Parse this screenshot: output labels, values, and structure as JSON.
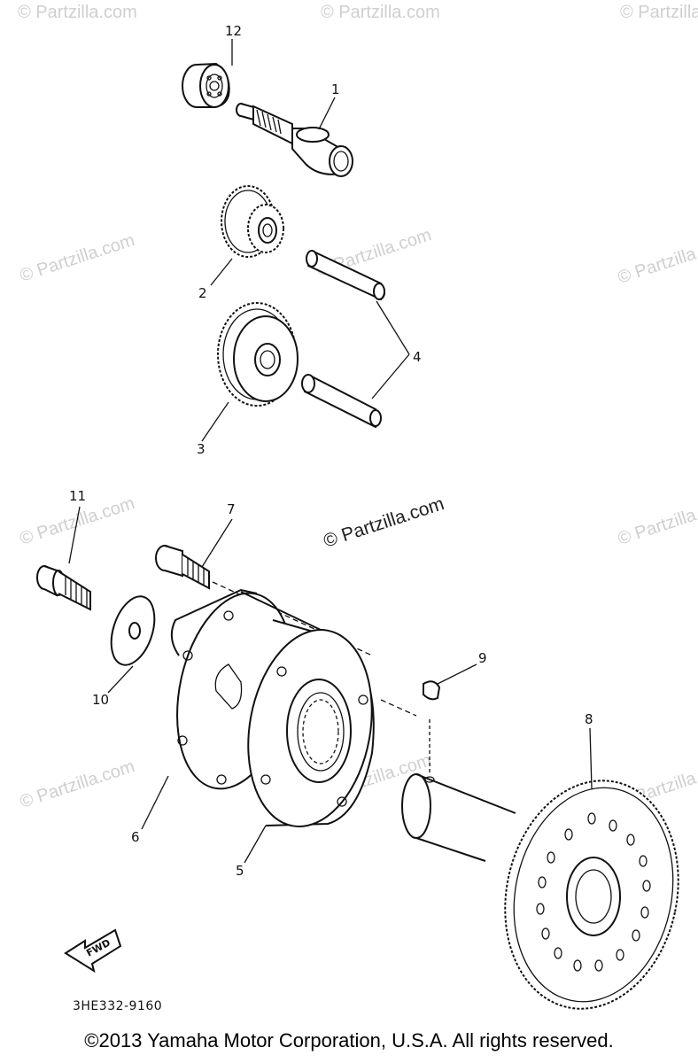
{
  "diagram": {
    "callouts": [
      {
        "id": "1",
        "label": "1"
      },
      {
        "id": "2",
        "label": "2"
      },
      {
        "id": "3",
        "label": "3"
      },
      {
        "id": "4",
        "label": "4"
      },
      {
        "id": "5",
        "label": "5"
      },
      {
        "id": "6",
        "label": "6"
      },
      {
        "id": "7",
        "label": "7"
      },
      {
        "id": "8",
        "label": "8"
      },
      {
        "id": "9",
        "label": "9"
      },
      {
        "id": "10",
        "label": "10"
      },
      {
        "id": "11",
        "label": "11"
      },
      {
        "id": "12",
        "label": "12"
      }
    ],
    "watermark": "© Partzilla.com",
    "watermark_main": "© Partzilla.com",
    "fwd_label": "FWD",
    "diagram_code": "3HE332-9160"
  },
  "footer": {
    "copyright": "©2013 Yamaha Motor Corporation, U.S.A. All rights reserved."
  }
}
